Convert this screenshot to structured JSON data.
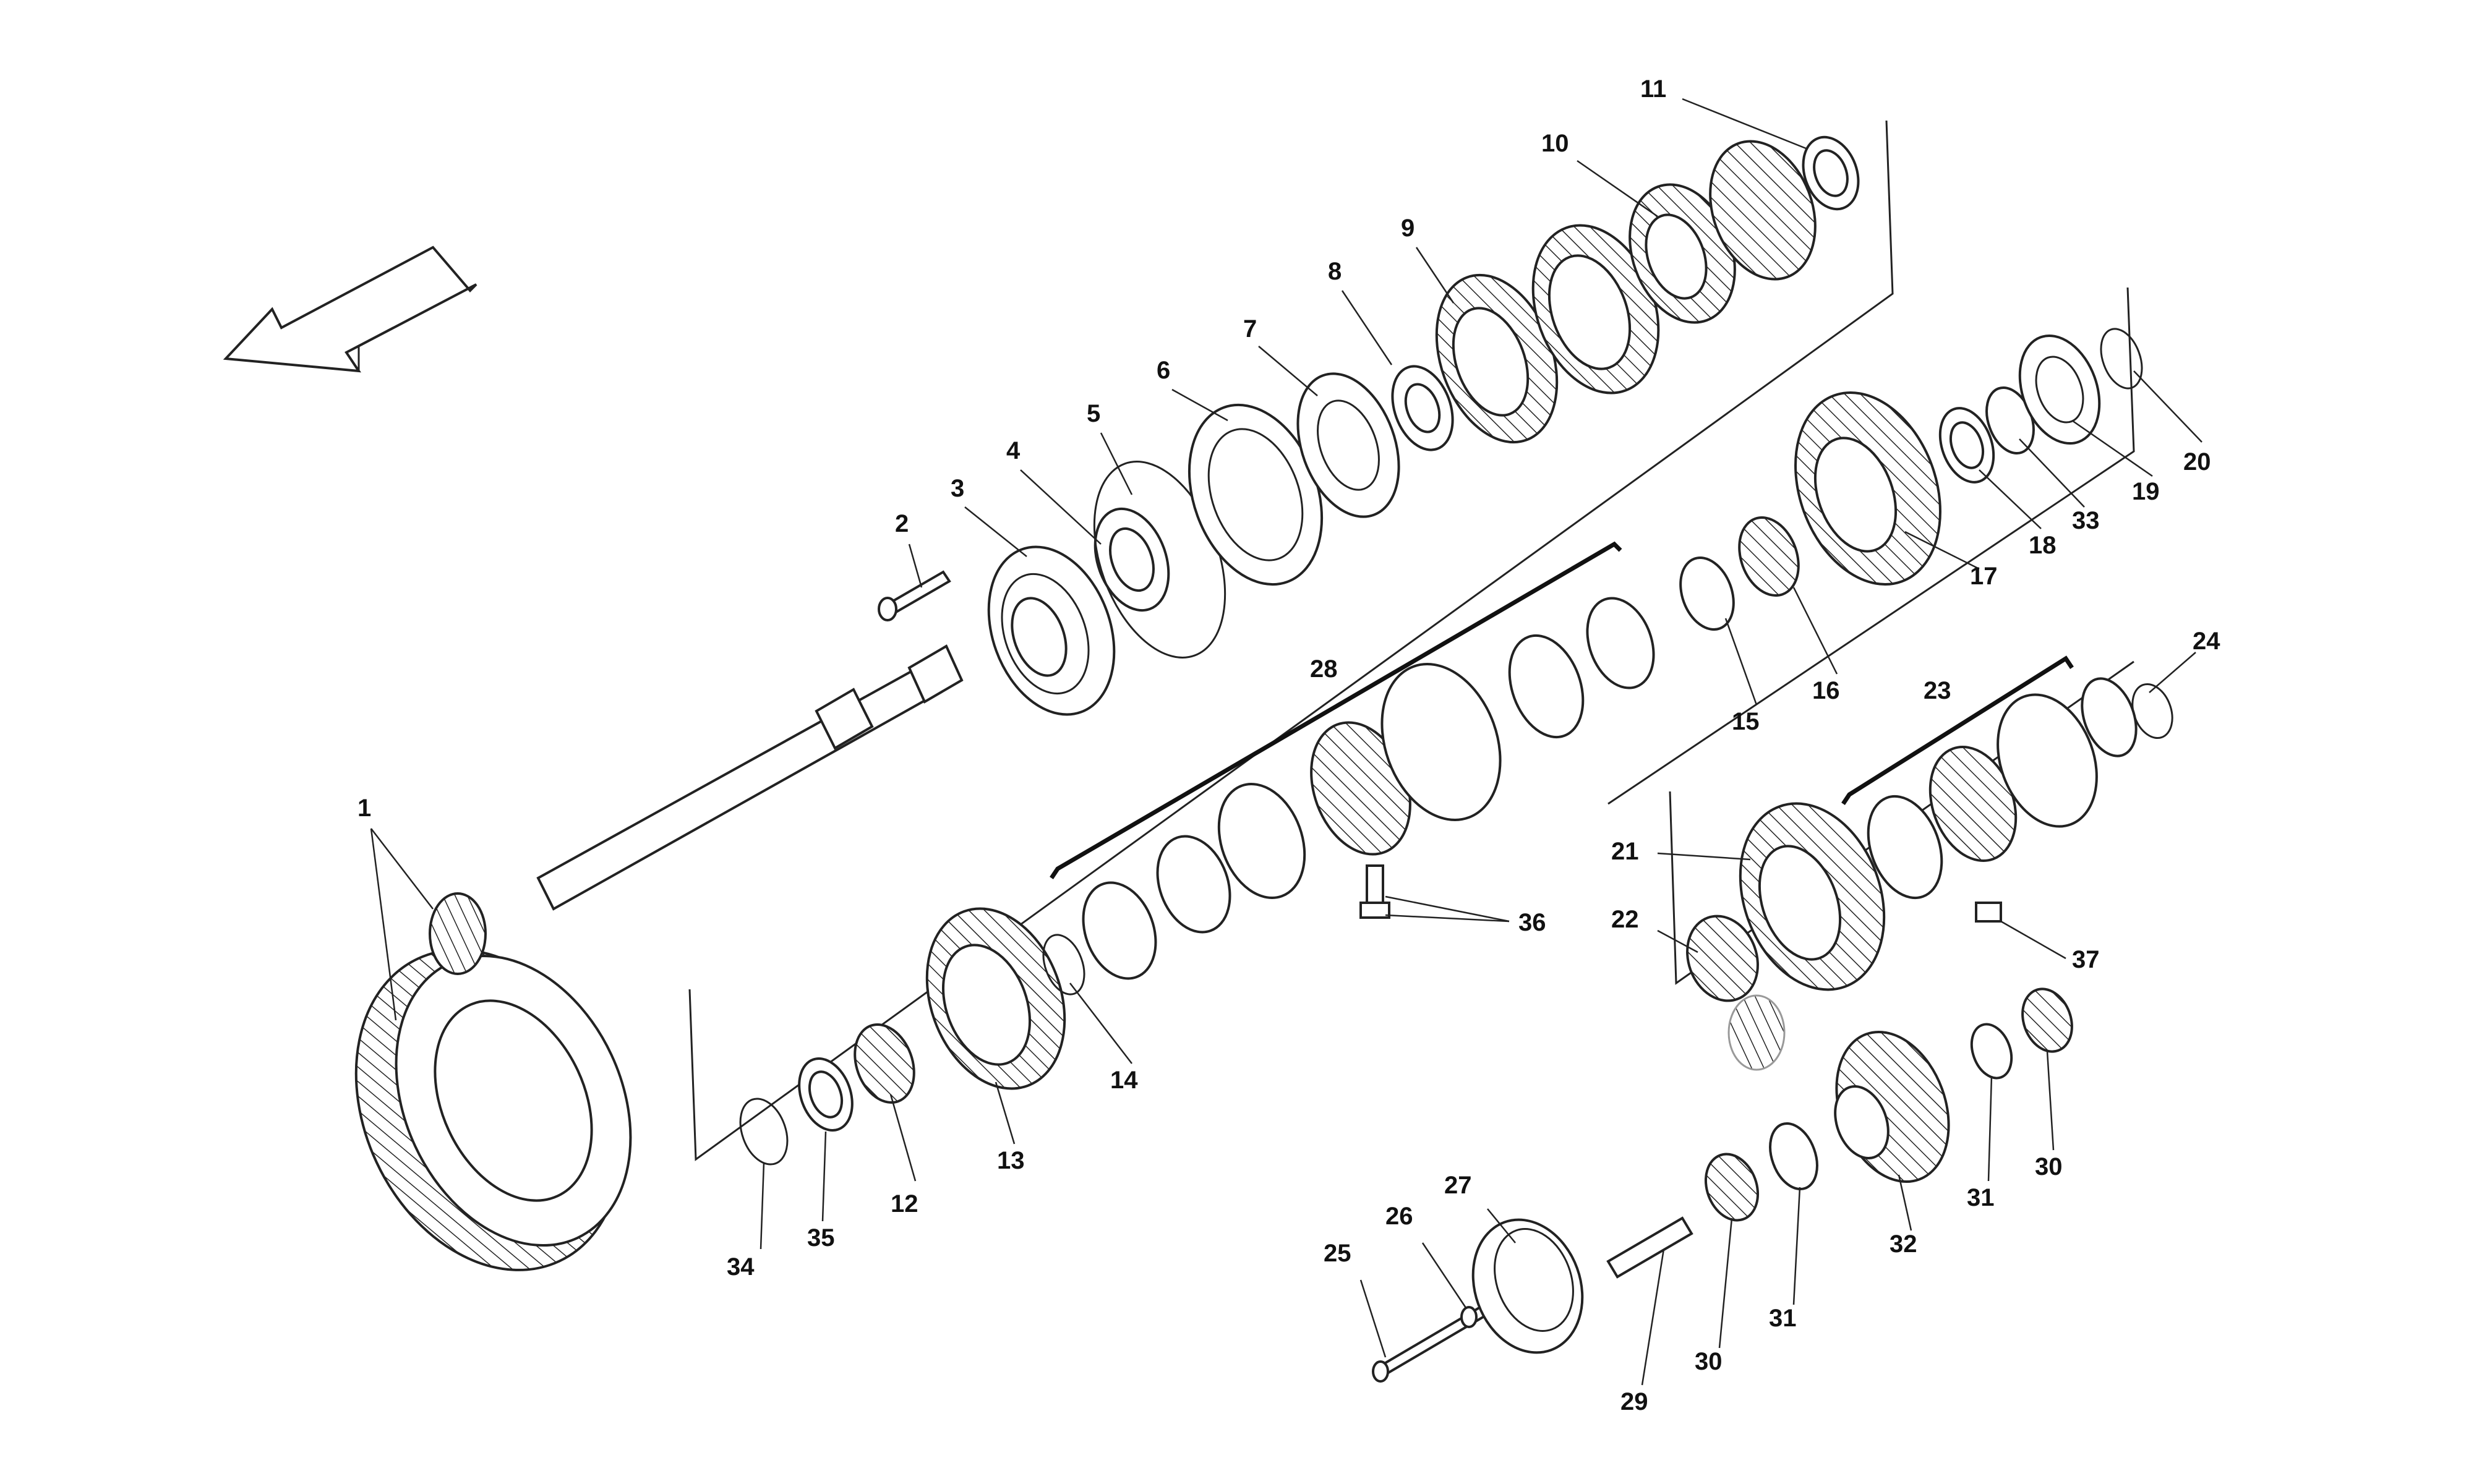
{
  "diagram": {
    "callouts": [
      {
        "id": "c1",
        "text": "1"
      },
      {
        "id": "c2",
        "text": "2"
      },
      {
        "id": "c3",
        "text": "3"
      },
      {
        "id": "c4",
        "text": "4"
      },
      {
        "id": "c5",
        "text": "5"
      },
      {
        "id": "c6",
        "text": "6"
      },
      {
        "id": "c7",
        "text": "7"
      },
      {
        "id": "c8",
        "text": "8"
      },
      {
        "id": "c9",
        "text": "9"
      },
      {
        "id": "c10",
        "text": "10"
      },
      {
        "id": "c11",
        "text": "11"
      },
      {
        "id": "c12",
        "text": "12"
      },
      {
        "id": "c13",
        "text": "13"
      },
      {
        "id": "c14",
        "text": "14"
      },
      {
        "id": "c15",
        "text": "15"
      },
      {
        "id": "c16",
        "text": "16"
      },
      {
        "id": "c17",
        "text": "17"
      },
      {
        "id": "c18",
        "text": "18"
      },
      {
        "id": "c19",
        "text": "19"
      },
      {
        "id": "c20",
        "text": "20"
      },
      {
        "id": "c21",
        "text": "21"
      },
      {
        "id": "c22",
        "text": "22"
      },
      {
        "id": "c23",
        "text": "23"
      },
      {
        "id": "c24",
        "text": "24"
      },
      {
        "id": "c25",
        "text": "25"
      },
      {
        "id": "c26",
        "text": "26"
      },
      {
        "id": "c27",
        "text": "27"
      },
      {
        "id": "c28",
        "text": "28"
      },
      {
        "id": "c29",
        "text": "29"
      },
      {
        "id": "c30a",
        "text": "30"
      },
      {
        "id": "c30b",
        "text": "30"
      },
      {
        "id": "c31a",
        "text": "31"
      },
      {
        "id": "c31b",
        "text": "31"
      },
      {
        "id": "c32",
        "text": "32"
      },
      {
        "id": "c33",
        "text": "33"
      },
      {
        "id": "c34",
        "text": "34"
      },
      {
        "id": "c35",
        "text": "35"
      },
      {
        "id": "c36",
        "text": "36"
      },
      {
        "id": "c37",
        "text": "37"
      }
    ],
    "line_color": "#222222",
    "background": "#ffffff"
  }
}
